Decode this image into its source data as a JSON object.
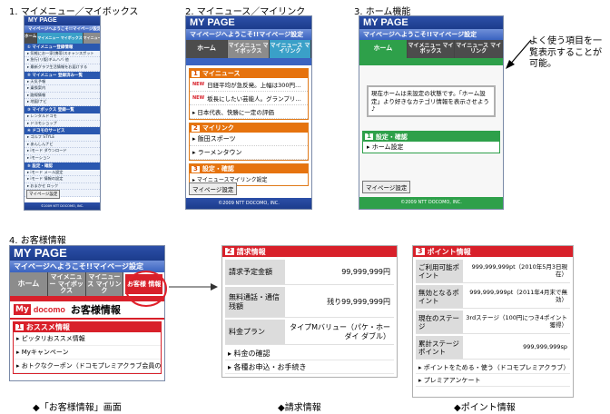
{
  "captions": {
    "c1": "1. マイメニュー／マイボックス",
    "c2": "2. マイニュース／マイリンク",
    "c3": "3. ホーム機能",
    "c4": "4. お客様情報"
  },
  "common": {
    "brand": "MY PAGE",
    "welcome": "マイページへようこそ!!マイページ設定",
    "tab_home": "ホーム",
    "tab_mymenu": "マイメニュー マイボックス",
    "tab_mynews": "マイニュース マイリンク",
    "tab_customer": "お客様 情報",
    "settings_button": "マイページ設定",
    "copyright": "©2009 NTT DOCOMO, INC."
  },
  "screen1": {
    "items": [
      {
        "type": "grp",
        "text": "① マイメニュー登録情報"
      },
      {
        "type": "item",
        "text": "▸ 気軽にお一家(携帯)スキャンスポット"
      },
      {
        "type": "item",
        "text": "▸ 急行(リ版)ギムハバ 他"
      },
      {
        "type": "item",
        "text": "▸ 最新グラフ生活情報をお届けする"
      },
      {
        "type": "grp",
        "text": "② マイメニュー 登録済み一覧"
      },
      {
        "type": "item",
        "text": "▸ 天気予報"
      },
      {
        "type": "item",
        "text": "▸ 乗換案内"
      },
      {
        "type": "item",
        "text": "▸ 路線情報"
      },
      {
        "type": "item",
        "text": "▸ 地図/ナビ"
      },
      {
        "type": "grp",
        "text": "③ マイボックス 登録一覧"
      },
      {
        "type": "item",
        "text": "▸ レンタルドコモ"
      },
      {
        "type": "item",
        "text": "▸ ドコモショップ"
      },
      {
        "type": "grp",
        "text": "④ ドコモのサービス"
      },
      {
        "type": "item",
        "text": "▸ ゴルフ STYLE"
      },
      {
        "type": "item",
        "text": "▸ あんしんナビ"
      },
      {
        "type": "item",
        "text": "▸ iモード ダウンロード"
      },
      {
        "type": "item",
        "text": "▸ iモーション"
      },
      {
        "type": "grp",
        "text": "⑤ 設定・確認"
      },
      {
        "type": "item",
        "text": "▸ iモード メール設定"
      },
      {
        "type": "item",
        "text": "▸ iモード 情報の設定"
      },
      {
        "type": "item",
        "text": "▸ おまかせ ロック"
      },
      {
        "type": "item",
        "text": "▸ ホーム設定"
      }
    ]
  },
  "screen2": {
    "sec1_title": "マイニュース",
    "news": [
      {
        "badge": "NEW",
        "text": "日経平均が急反発。上幅は300円…"
      },
      {
        "badge": "NEW",
        "text": "坂長にしたい芸能人。グランプリ…"
      },
      {
        "badge": "",
        "text": "▸ 日本代表、快勝に一定の評価"
      }
    ],
    "sec2_title": "マイリンク",
    "links": [
      "▸ 飯田スポーツ",
      "▸ ラーメンタウン"
    ],
    "sec3_title": "設定・確認",
    "settings": [
      "▸ マイニュースマイリンク設定"
    ]
  },
  "screen3": {
    "notice": "現在ホームは未設定の状態です。「ホーム設定」より好きなカテゴリ情報を表示させよう♪",
    "sec_title": "設定・確認",
    "link": "▸ ホーム設定",
    "copyright": "©2009 NTT DOCOMO, INC."
  },
  "annotation": "よく使う項目を一覧表示することが可能。",
  "screen4": {
    "logo_my": "My",
    "logo_docomo": "docomo",
    "title": "お客様情報",
    "sec_title": "おススメ情報",
    "items": [
      "▸ ピッタリおススメ情報",
      "▸ Myキャンペーン",
      "▸ おトクなクーポン（ドコモプレミアクラブ会員のみ）"
    ]
  },
  "billing": {
    "title": "請求情報",
    "rows": [
      {
        "label": "請求予定金額",
        "value": "99,999,999円"
      },
      {
        "label": "無料通話・通信残額",
        "value": "残り99,999,999円"
      },
      {
        "label": "料金プラン",
        "value": "タイプMバリュー（パケ・ホーダイ ダブル）"
      }
    ],
    "links": [
      "▸ 料金の確認",
      "▸ 各種お申込・お手続き"
    ]
  },
  "points": {
    "title": "ポイント情報",
    "rows": [
      {
        "label": "ご利用可能ポイント",
        "value": "999,999,999pt（2010年5月3日現在）"
      },
      {
        "label": "無効となるポイント",
        "value": "999,999,999pt（2011年4月末で無効）"
      },
      {
        "label": "現在のステージ",
        "value": "3rdステージ（100円につき4ポイント獲得）"
      },
      {
        "label": "累計ステージポイント",
        "value": "999,999,999sp"
      }
    ],
    "links": [
      "▸ ポイントをためる・使う（ドコモプレミアクラブ）",
      "▸ プレミアアンケート"
    ]
  },
  "bottom_captions": {
    "b1": "◆「お客様情報」画面",
    "b2": "◆請求情報",
    "b3": "◆ポイント情報"
  }
}
